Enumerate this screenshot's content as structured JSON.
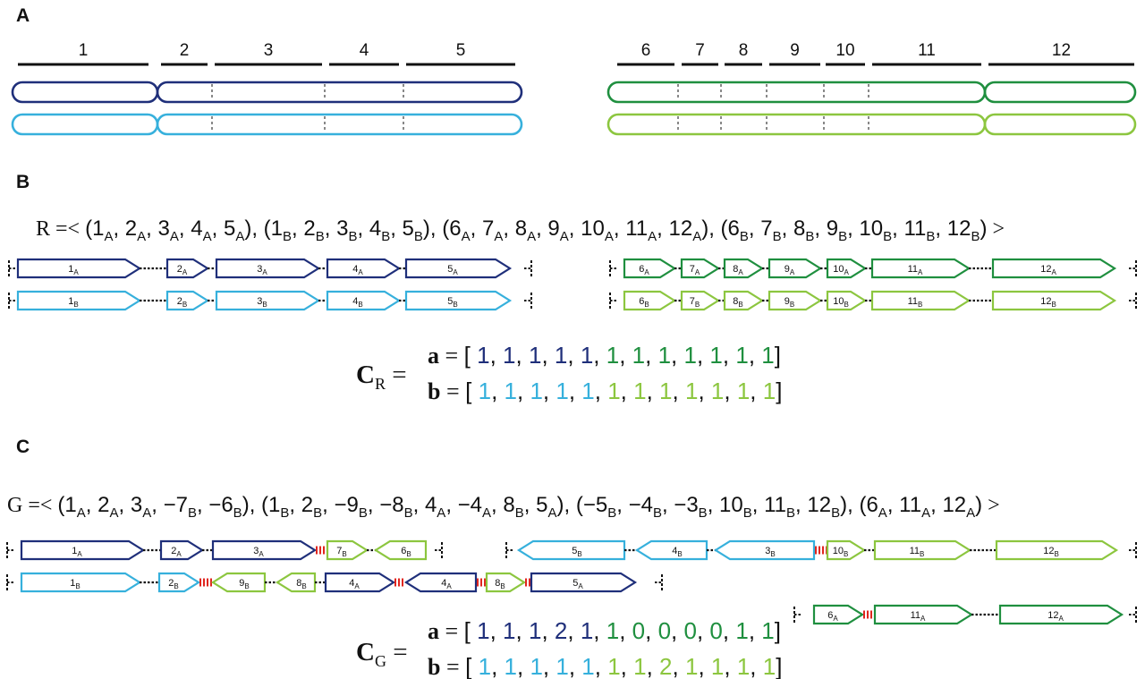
{
  "colors": {
    "chrA": "#1f2f7a",
    "chrB": "#36b0dc",
    "chrC": "#1f8f3f",
    "chrD": "#8cc63f",
    "adjacency": "#e0261f",
    "ink": "#111111"
  },
  "panel_a": {
    "label": "A",
    "segment_numbers": [
      "1",
      "2",
      "3",
      "4",
      "5",
      "6",
      "7",
      "8",
      "9",
      "10",
      "11",
      "12"
    ]
  },
  "panel_b": {
    "label": "B",
    "formula": {
      "prefix": "R =<",
      "groups": [
        [
          [
            "1",
            "A"
          ],
          [
            "2",
            "A"
          ],
          [
            "3",
            "A"
          ],
          [
            "4",
            "A"
          ],
          [
            "5",
            "A"
          ]
        ],
        [
          [
            "1",
            "B"
          ],
          [
            "2",
            "B"
          ],
          [
            "3",
            "B"
          ],
          [
            "4",
            "B"
          ],
          [
            "5",
            "B"
          ]
        ],
        [
          [
            "6",
            "A"
          ],
          [
            "7",
            "A"
          ],
          [
            "8",
            "A"
          ],
          [
            "9",
            "A"
          ],
          [
            "10",
            "A"
          ],
          [
            "11",
            "A"
          ],
          [
            "12",
            "A"
          ]
        ],
        [
          [
            "6",
            "B"
          ],
          [
            "7",
            "B"
          ],
          [
            "8",
            "B"
          ],
          [
            "9",
            "B"
          ],
          [
            "10",
            "B"
          ],
          [
            "11",
            "B"
          ],
          [
            "12",
            "B"
          ]
        ]
      ],
      "suffix": ">"
    },
    "copy_label": {
      "main": "C",
      "sub": "R"
    },
    "a_label": "a",
    "b_label": "b",
    "a_values": [
      "1",
      "1",
      "1",
      "1",
      "1",
      "1",
      "1",
      "1",
      "1",
      "1",
      "1",
      "1"
    ],
    "b_values": [
      "1",
      "1",
      "1",
      "1",
      "1",
      "1",
      "1",
      "1",
      "1",
      "1",
      "1",
      "1"
    ]
  },
  "panel_c": {
    "label": "C",
    "formula": {
      "prefix": "G =<",
      "groups": [
        [
          [
            "1",
            "A"
          ],
          [
            "2",
            "A"
          ],
          [
            "3",
            "A"
          ],
          [
            "−7",
            "B"
          ],
          [
            "−6",
            "B"
          ]
        ],
        [
          [
            "1",
            "B"
          ],
          [
            "2",
            "B"
          ],
          [
            "−9",
            "B"
          ],
          [
            "−8",
            "B"
          ],
          [
            "4",
            "A"
          ],
          [
            "−4",
            "A"
          ],
          [
            "8",
            "B"
          ],
          [
            "5",
            "A"
          ]
        ],
        [
          [
            "−5",
            "B"
          ],
          [
            "−4",
            "B"
          ],
          [
            "−3",
            "B"
          ],
          [
            "10",
            "B"
          ],
          [
            "11",
            "B"
          ],
          [
            "12",
            "B"
          ]
        ],
        [
          [
            "6",
            "A"
          ],
          [
            "11",
            "A"
          ],
          [
            "12",
            "A"
          ]
        ]
      ],
      "suffix": ">"
    },
    "copy_label": {
      "main": "C",
      "sub": "G"
    },
    "a_label": "a",
    "b_label": "b",
    "a_values": [
      "1",
      "1",
      "1",
      "2",
      "1",
      "1",
      "0",
      "0",
      "0",
      "0",
      "1",
      "1"
    ],
    "b_values": [
      "1",
      "1",
      "1",
      "1",
      "1",
      "1",
      "1",
      "2",
      "1",
      "1",
      "1",
      "1"
    ]
  },
  "blocks": {
    "b_row1": [
      [
        "1",
        "A"
      ],
      [
        "2",
        "A"
      ],
      [
        "3",
        "A"
      ],
      [
        "4",
        "A"
      ],
      [
        "5",
        "A"
      ],
      [
        "6",
        "A"
      ],
      [
        "7",
        "A"
      ],
      [
        "8",
        "A"
      ],
      [
        "9",
        "A"
      ],
      [
        "10",
        "A"
      ],
      [
        "11",
        "A"
      ],
      [
        "12",
        "A"
      ]
    ],
    "b_row2": [
      [
        "1",
        "B"
      ],
      [
        "2",
        "B"
      ],
      [
        "3",
        "B"
      ],
      [
        "4",
        "B"
      ],
      [
        "5",
        "B"
      ],
      [
        "6",
        "B"
      ],
      [
        "7",
        "B"
      ],
      [
        "8",
        "B"
      ],
      [
        "9",
        "B"
      ],
      [
        "10",
        "B"
      ],
      [
        "11",
        "B"
      ],
      [
        "12",
        "B"
      ]
    ],
    "c_row1_left": [
      [
        "1",
        "A"
      ],
      [
        "2",
        "A"
      ],
      [
        "3",
        "A"
      ],
      [
        "7",
        "B"
      ],
      [
        "6",
        "B"
      ]
    ],
    "c_row1_right": [
      [
        "5",
        "B"
      ],
      [
        "4",
        "B"
      ],
      [
        "3",
        "B"
      ],
      [
        "10",
        "B"
      ],
      [
        "11",
        "B"
      ],
      [
        "12",
        "B"
      ]
    ],
    "c_row2_left": [
      [
        "1",
        "B"
      ],
      [
        "2",
        "B"
      ],
      [
        "9",
        "B"
      ],
      [
        "8",
        "B"
      ],
      [
        "4",
        "A"
      ],
      [
        "4",
        "A"
      ],
      [
        "8",
        "B"
      ],
      [
        "5",
        "A"
      ]
    ],
    "c_row2_right": [
      [
        "6",
        "A"
      ],
      [
        "11",
        "A"
      ],
      [
        "12",
        "A"
      ]
    ]
  }
}
